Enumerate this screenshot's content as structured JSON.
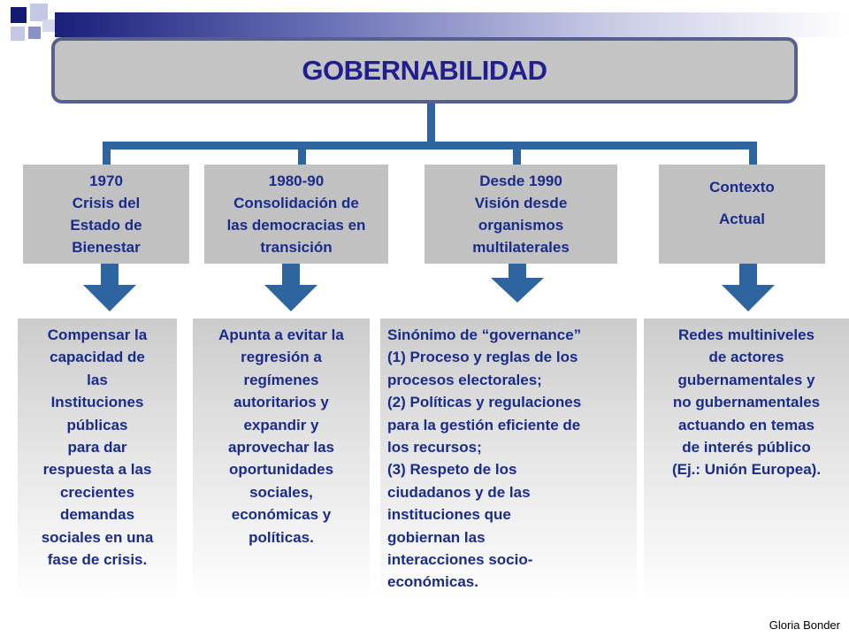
{
  "title": "GOBERNABILIDAD",
  "categories": [
    {
      "lines": [
        "1970",
        "Crisis del",
        "Estado de",
        "Bienestar"
      ]
    },
    {
      "lines": [
        "1980-90",
        "Consolidación de",
        "las democracias en",
        "transición"
      ]
    },
    {
      "lines": [
        "Desde 1990",
        "Visión desde",
        "organismos",
        "multilaterales"
      ]
    },
    {
      "lines": [
        "Contexto",
        "Actual"
      ]
    }
  ],
  "descriptions": [
    {
      "lines": [
        "Compensar la",
        "capacidad de",
        "las",
        "Instituciones",
        "públicas",
        "para dar",
        "respuesta a las",
        "crecientes",
        "demandas",
        "sociales en una",
        "fase de crisis."
      ]
    },
    {
      "lines": [
        "Apunta a evitar la",
        "regresión a",
        "regímenes",
        "autoritarios y",
        "expandir y",
        "aprovechar las",
        "oportunidades",
        "sociales,",
        "económicas y",
        "políticas."
      ]
    },
    {
      "lines": [
        "Sinónimo de “governance”",
        "(1) Proceso y reglas de los",
        "procesos electorales;",
        "(2) Políticas y regulaciones",
        "para la gestión eficiente de",
        "los recursos;",
        "(3) Respeto de los",
        "ciudadanos y de las",
        "instituciones que",
        "gobiernan las",
        "interacciones socio-",
        "económicas."
      ]
    },
    {
      "lines": [
        "Redes multiniveles",
        "de actores",
        "gubernamentales y",
        "no gubernamentales",
        "actuando en temas",
        "de interés público",
        "(Ej.: Unión Europea)."
      ]
    }
  ],
  "footer": "Gloria Bonder",
  "colors": {
    "connector": "#2e65a0",
    "text": "#1a2c8a",
    "title_text": "#1f1f8f",
    "box": "#c1c1c1",
    "title_border": "#55608f"
  }
}
